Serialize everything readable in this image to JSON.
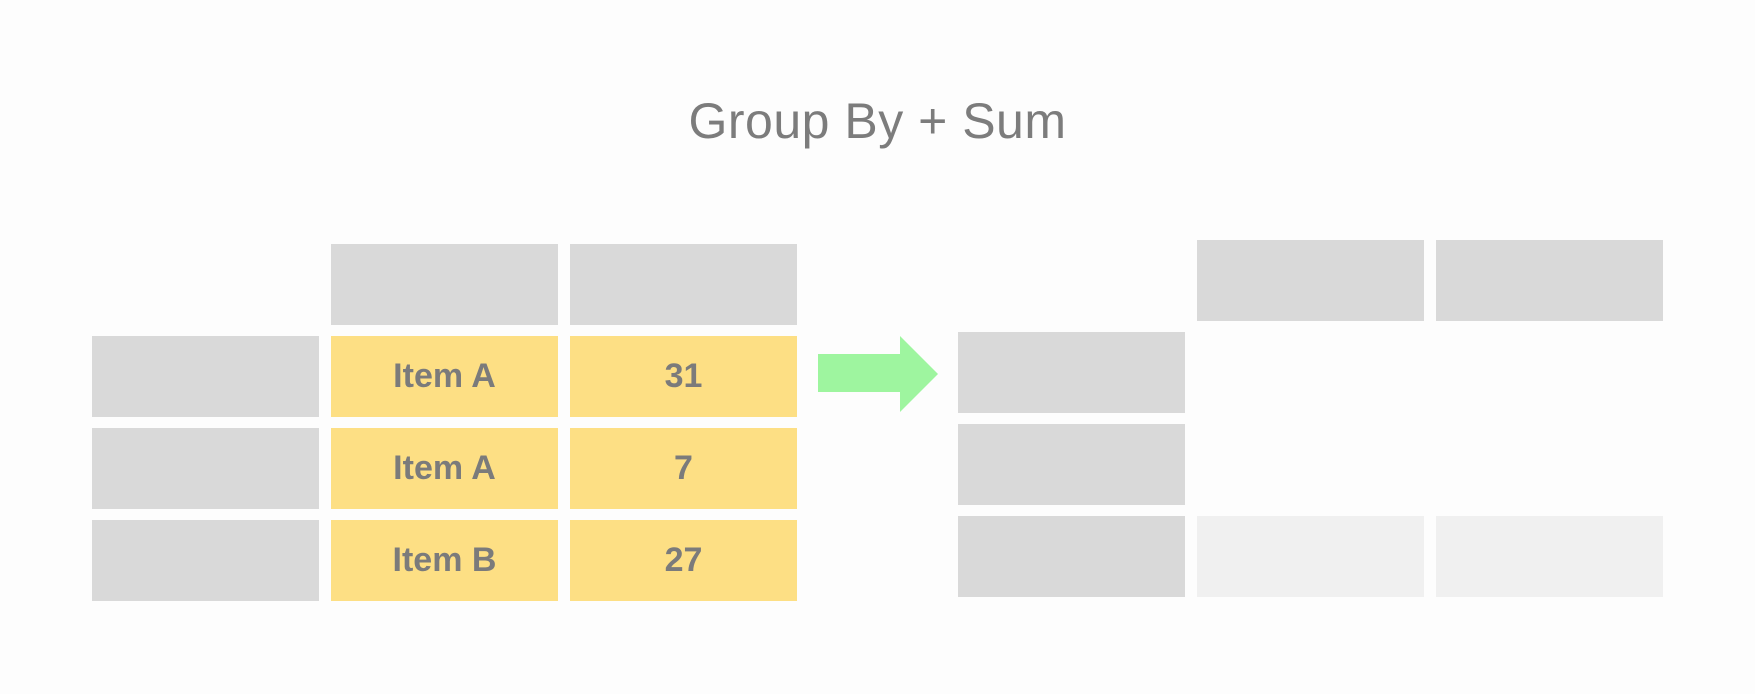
{
  "title": "Group By + Sum",
  "colors": {
    "background": "#fdfdfd",
    "cell_gray": "#d9d9d9",
    "cell_light": "#f0f0f0",
    "cell_highlight": "#fddf84",
    "arrow": "#9ef59f",
    "text": "#7b7b7b"
  },
  "arrow_icon": "right-arrow-icon",
  "source_table": {
    "rows": [
      {
        "item": "Item A",
        "value": "31"
      },
      {
        "item": "Item A",
        "value": "7"
      },
      {
        "item": "Item B",
        "value": "27"
      }
    ]
  }
}
